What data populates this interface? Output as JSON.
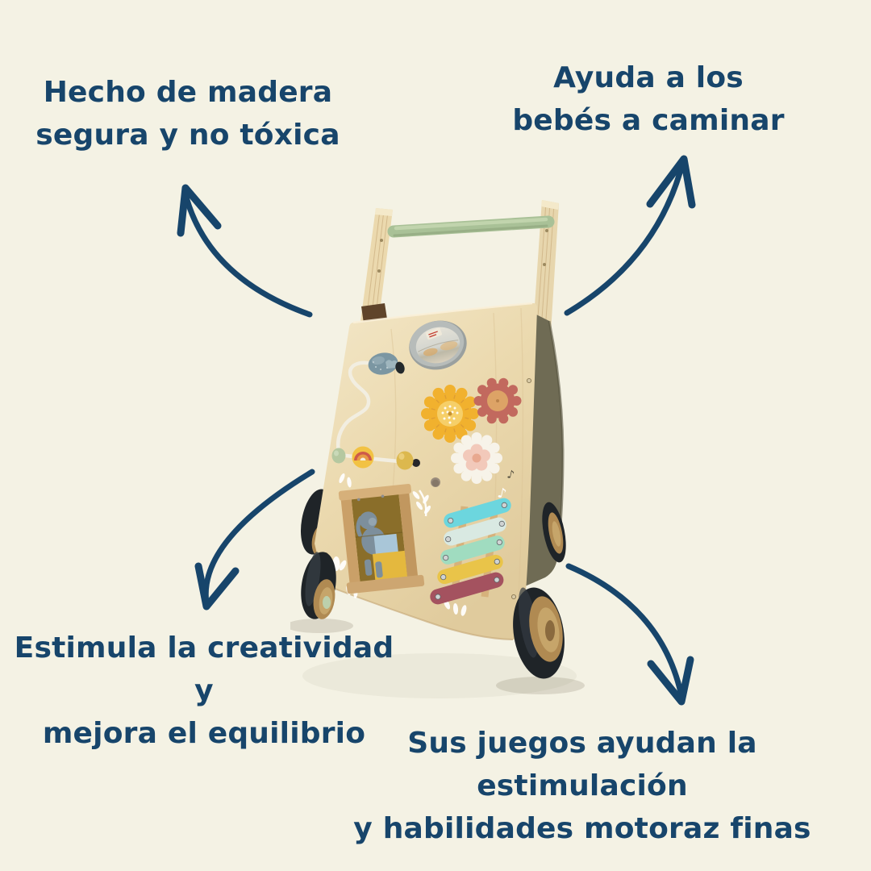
{
  "colors": {
    "background": "#f4f2e4",
    "text": "#17456b",
    "handle_green": "#a9c197",
    "wood": "#ebd9ae",
    "side_panel": "#6f6b54",
    "wheel_tire": "#1f2428",
    "wheel_hub": "#b08a52",
    "gear_yellow": "#f1b12e",
    "gear_pink": "#c2695e",
    "gear_white": "#f7f3e9",
    "knob_blue": "#7b96a2",
    "xylo_cyan": "#6cd6de",
    "xylo_pale": "#d9e9e2",
    "xylo_mint": "#a0dcc0",
    "xylo_yellow": "#e9c449",
    "xylo_maroon": "#a4525f"
  },
  "callouts": {
    "top_left": {
      "lines": [
        "Hecho de madera",
        "segura y no tóxica"
      ]
    },
    "top_right": {
      "lines": [
        "Ayuda a los",
        "bebés a caminar"
      ]
    },
    "bottom_left": {
      "lines": [
        "Estimula la creatividad y",
        "mejora el equilibrio"
      ]
    },
    "bottom_right": {
      "lines": [
        "Sus juegos ayudan la estimulación",
        "y habilidades motoraz finas"
      ]
    }
  },
  "illustration": {
    "music_note": "♪"
  }
}
